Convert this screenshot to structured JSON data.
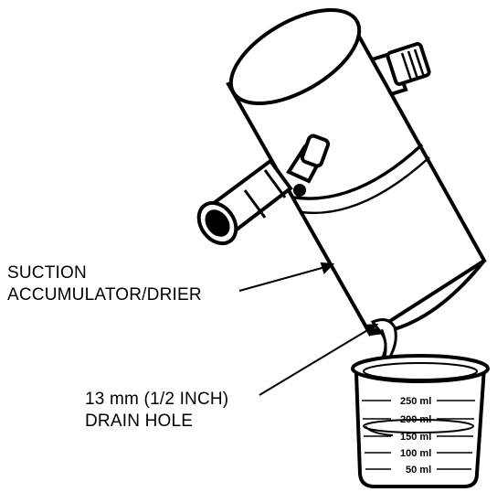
{
  "labels": {
    "accumulator_line1": "SUCTION",
    "accumulator_line2": "ACCUMULATOR/DRIER",
    "drain_line1": "13 mm (1/2 INCH)",
    "drain_line2": "DRAIN HOLE"
  },
  "beaker_scale": [
    "250 ml",
    "200 ml",
    "150 ml",
    "100 ml",
    "50 ml"
  ]
}
